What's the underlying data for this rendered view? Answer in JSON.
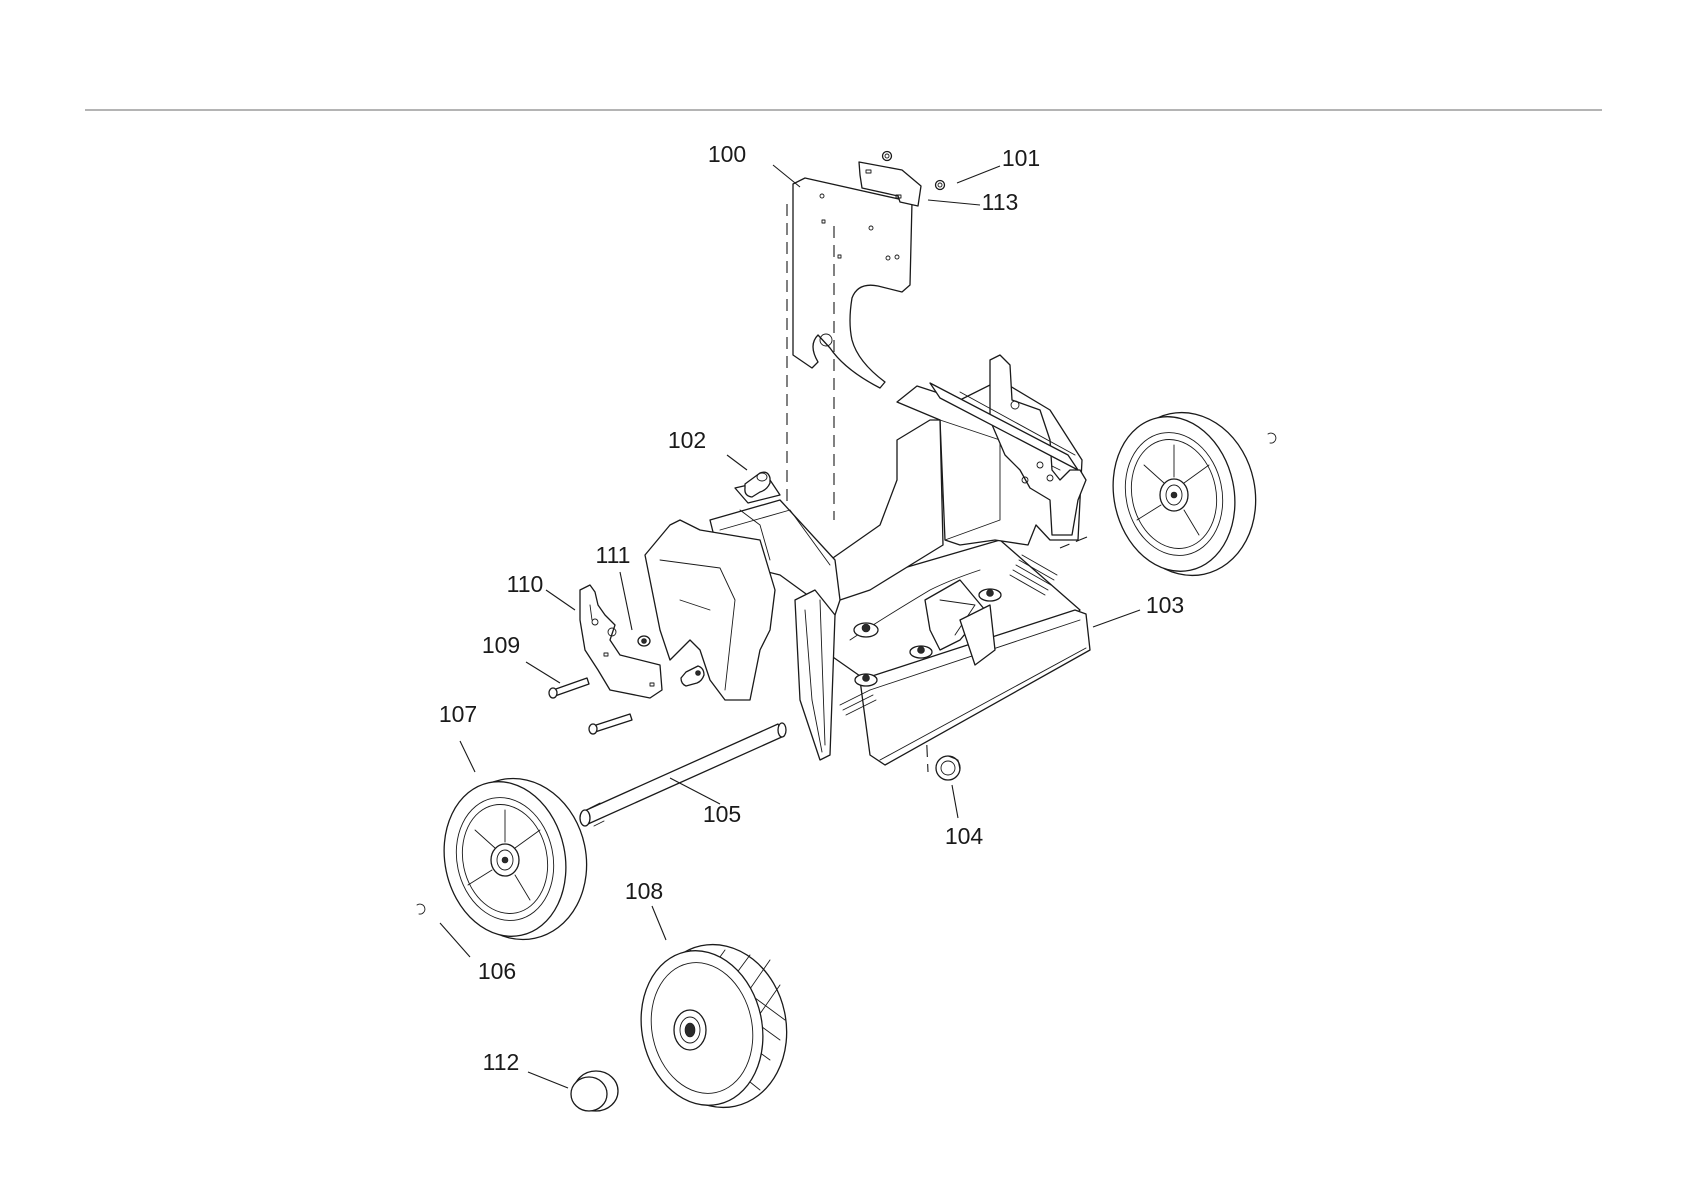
{
  "callouts": [
    {
      "id": "100",
      "label": "100"
    },
    {
      "id": "101",
      "label": "101"
    },
    {
      "id": "102",
      "label": "102"
    },
    {
      "id": "103",
      "label": "103"
    },
    {
      "id": "104",
      "label": "104"
    },
    {
      "id": "105",
      "label": "105"
    },
    {
      "id": "106",
      "label": "106"
    },
    {
      "id": "107",
      "label": "107"
    },
    {
      "id": "108",
      "label": "108"
    },
    {
      "id": "109",
      "label": "109"
    },
    {
      "id": "110",
      "label": "110"
    },
    {
      "id": "111",
      "label": "111"
    },
    {
      "id": "112",
      "label": "112"
    },
    {
      "id": "113",
      "label": "113"
    }
  ],
  "colors": {
    "line": "#1a1a1a",
    "background": "#ffffff",
    "rule": "#888888"
  }
}
